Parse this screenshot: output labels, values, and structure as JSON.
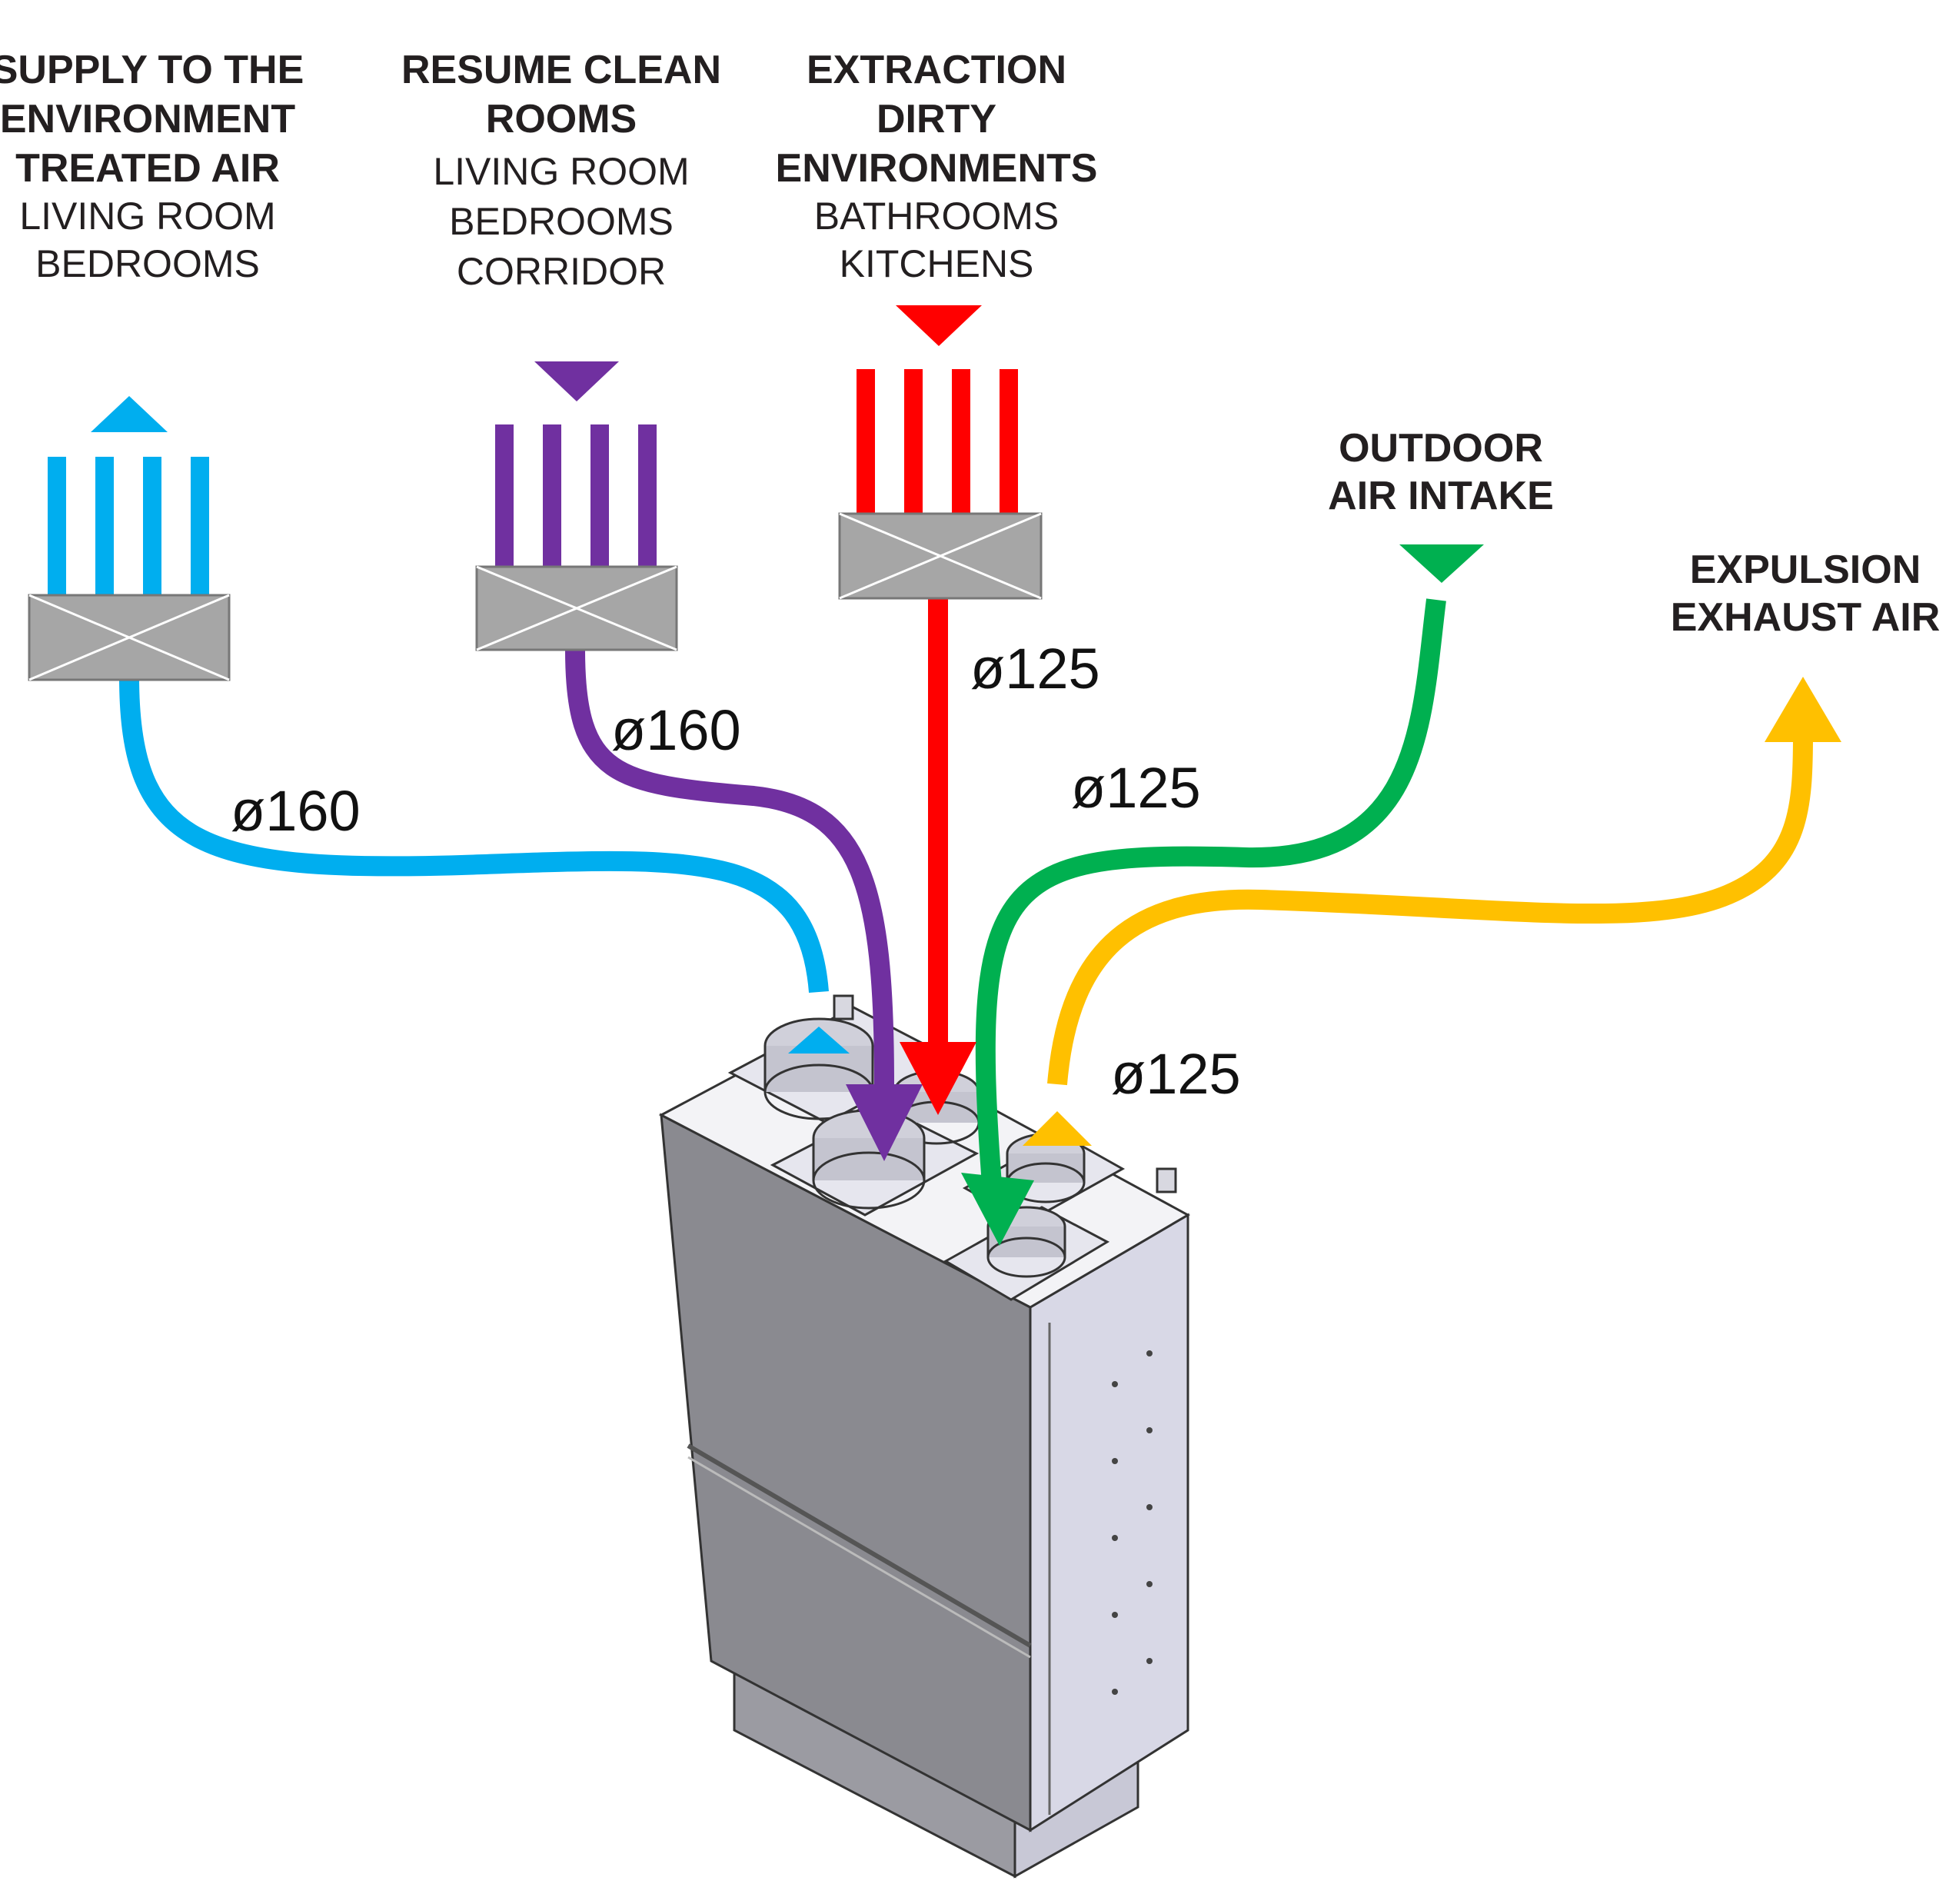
{
  "colors": {
    "supply": "#00aeef",
    "resume": "#7030a0",
    "extraction": "#ff0000",
    "outdoor": "#00b050",
    "exhaust": "#ffc000",
    "grille": "#a6a6a6",
    "unit_front": "#8a8a90",
    "unit_side": "#d8d8e6",
    "unit_top": "#f3f3f6"
  },
  "labels": {
    "supply": {
      "heading": [
        "SUPPLY TO THE",
        "ENVIRONMENT",
        "TREATED AIR"
      ],
      "rooms": [
        "LIVING ROOM",
        "BEDROOMS"
      ]
    },
    "resume": {
      "heading": [
        "RESUME CLEAN",
        "ROOMS"
      ],
      "rooms": [
        "LIVING ROOM",
        "BEDROOMS",
        "CORRIDOR"
      ]
    },
    "extraction": {
      "heading": [
        "EXTRACTION",
        "DIRTY",
        "ENVIRONMENTS"
      ],
      "rooms": [
        "BATHROOMS",
        "KITCHENS"
      ]
    },
    "outdoor": {
      "heading": [
        "OUTDOOR",
        "AIR INTAKE"
      ]
    },
    "exhaust": {
      "heading": [
        "EXPULSION",
        "EXHAUST AIR"
      ]
    }
  },
  "diameters": {
    "supply": "ø160",
    "resume": "ø160",
    "extraction": "ø125",
    "outdoor": "ø125",
    "exhaust": "ø125"
  },
  "icons": {
    "grille": "vent-grille-icon",
    "unit": "heat-recovery-unit-illustration"
  }
}
